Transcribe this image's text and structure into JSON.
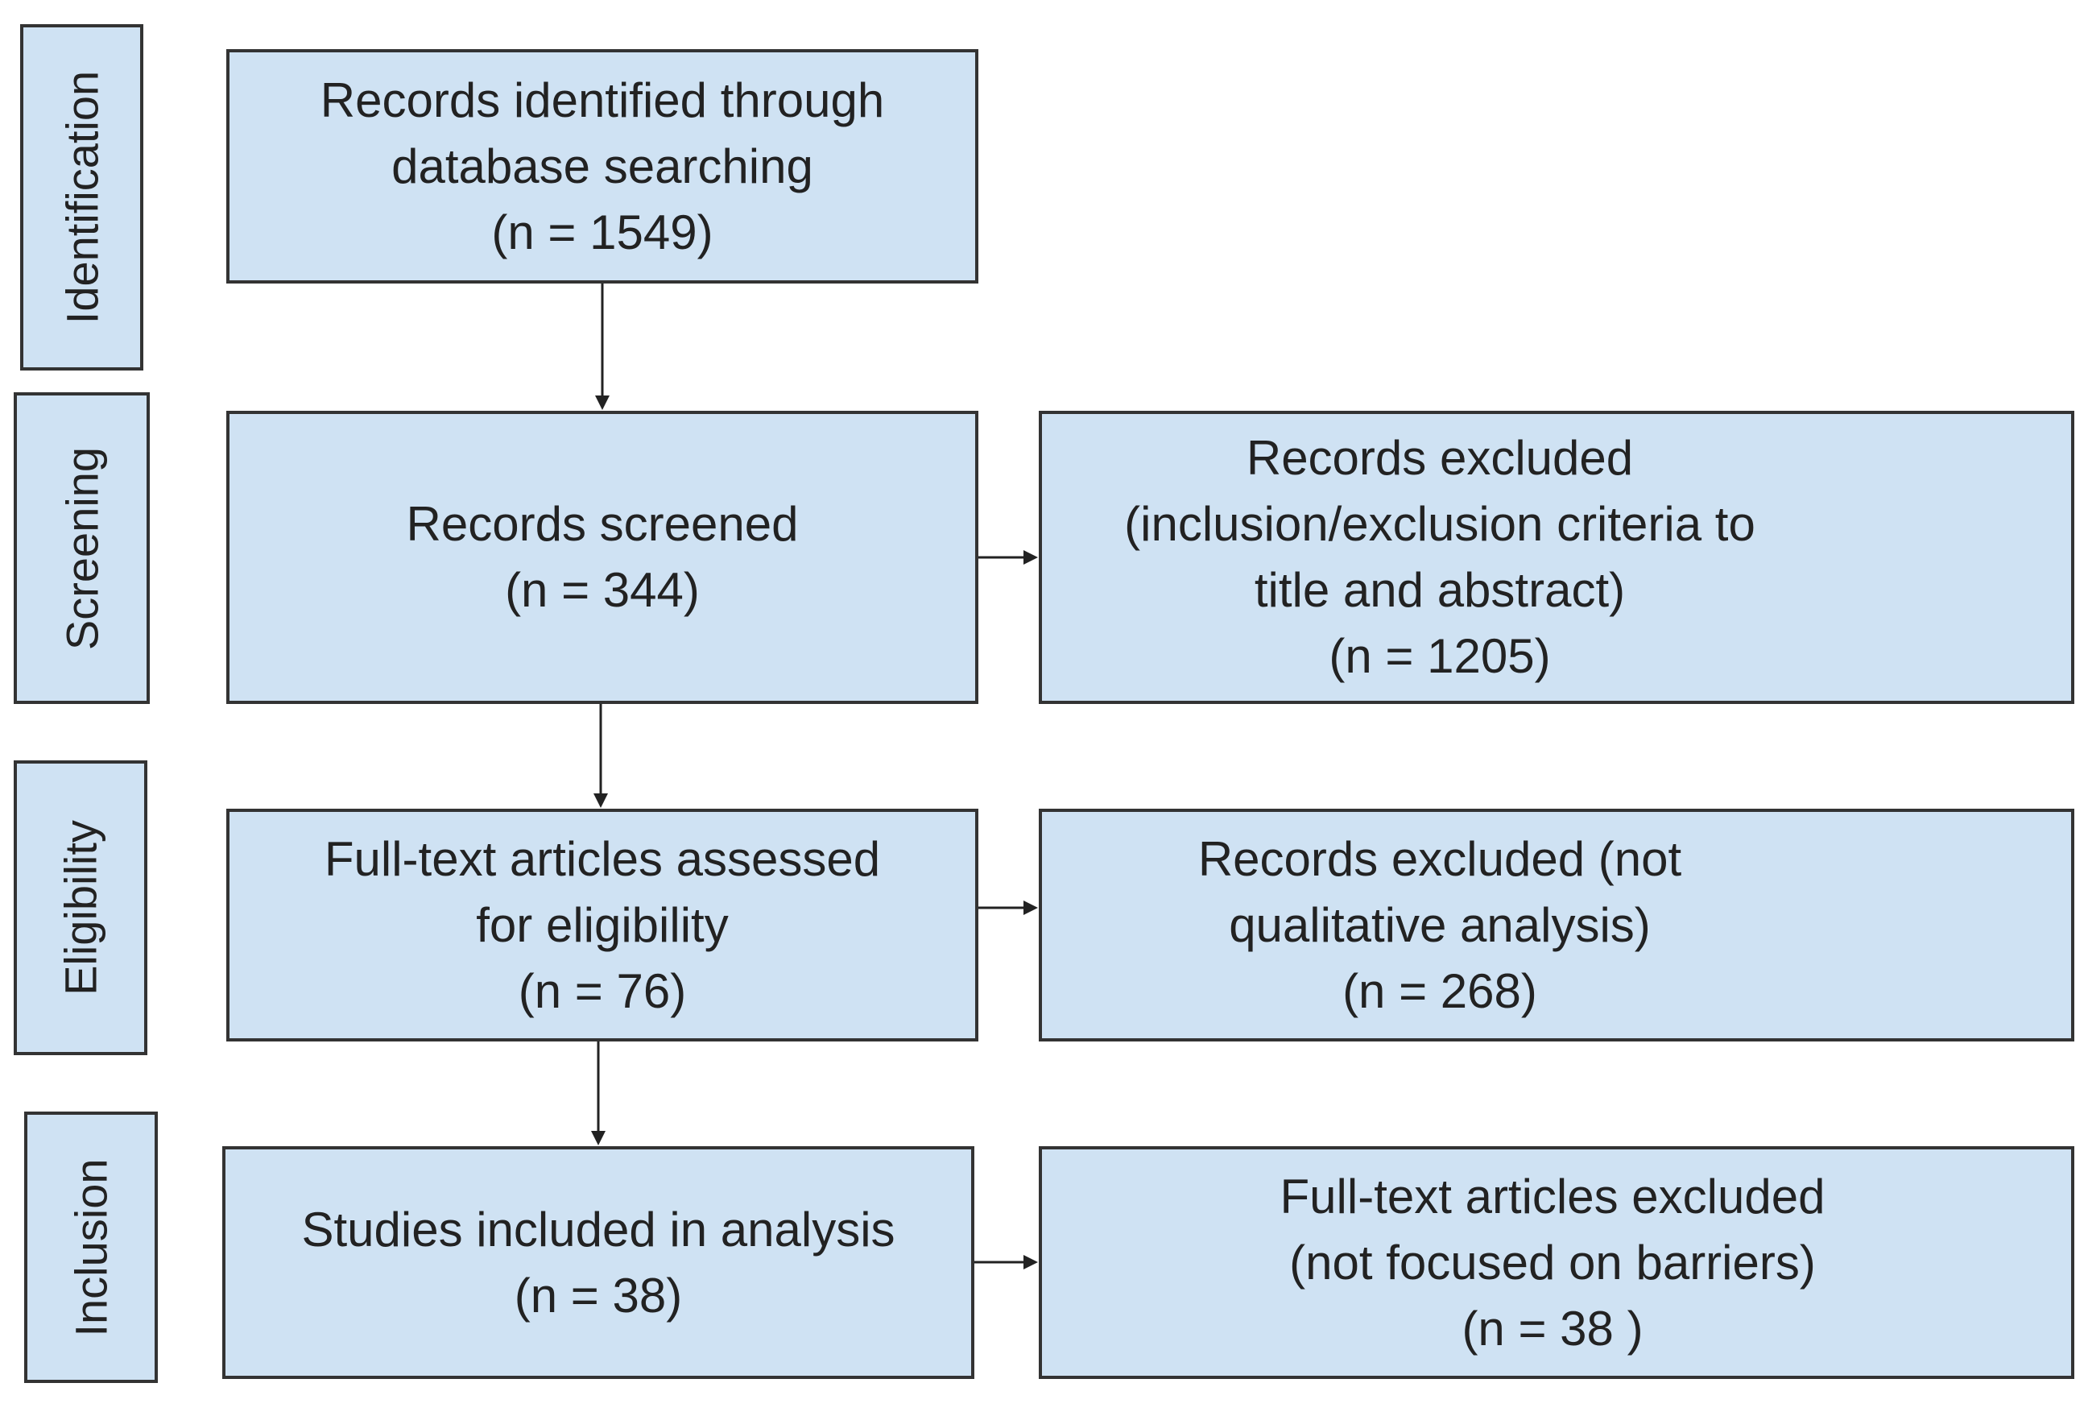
{
  "phases": [
    {
      "label": "Identification"
    },
    {
      "label": "Screening"
    },
    {
      "label": "Eligibility"
    },
    {
      "label": "Inclusion"
    }
  ],
  "boxes": {
    "identified": "Records identified through\ndatabase searching\n(n = 1549)",
    "screened": "Records screened\n(n = 344)",
    "excluded_screening": "Records excluded\n(inclusion/exclusion criteria to\ntitle and abstract)\n(n = 1205)",
    "eligibility": "Full-text articles assessed\nfor eligibility\n(n = 76)",
    "excluded_eligibility": "Records excluded (not\nqualitative analysis)\n(n = 268)",
    "included": "Studies included in analysis\n(n = 38)",
    "excluded_fulltext": "Full-text articles excluded\n(not focused on barriers)\n(n = 38 )"
  },
  "colors": {
    "box_fill": "#cfe2f3",
    "border": "#333333"
  }
}
